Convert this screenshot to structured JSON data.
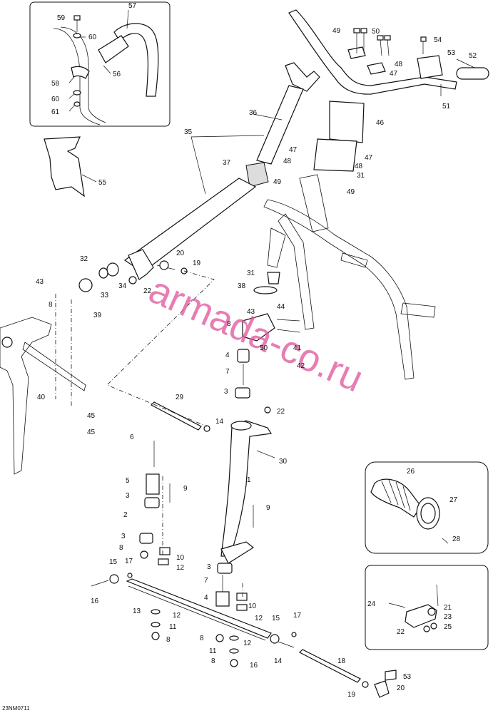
{
  "diagram": {
    "code": "23NM0711",
    "watermark": "armada-co.ru",
    "labels": [
      {
        "id": "l59",
        "text": "59"
      },
      {
        "id": "l57",
        "text": "57"
      },
      {
        "id": "l60a",
        "text": "60"
      },
      {
        "id": "l56",
        "text": "56"
      },
      {
        "id": "l58",
        "text": "58"
      },
      {
        "id": "l60b",
        "text": "60"
      },
      {
        "id": "l61",
        "text": "61"
      },
      {
        "id": "l49a",
        "text": "49"
      },
      {
        "id": "l50a",
        "text": "50"
      },
      {
        "id": "l54",
        "text": "54"
      },
      {
        "id": "l53a",
        "text": "53"
      },
      {
        "id": "l52",
        "text": "52"
      },
      {
        "id": "l48a",
        "text": "48"
      },
      {
        "id": "l47a",
        "text": "47"
      },
      {
        "id": "l51",
        "text": "51"
      },
      {
        "id": "l36",
        "text": "36"
      },
      {
        "id": "l46",
        "text": "46"
      },
      {
        "id": "l35",
        "text": "35"
      },
      {
        "id": "l47b",
        "text": "47"
      },
      {
        "id": "l47c",
        "text": "47"
      },
      {
        "id": "l48b",
        "text": "48"
      },
      {
        "id": "l48c",
        "text": "48"
      },
      {
        "id": "l37",
        "text": "37"
      },
      {
        "id": "l31a",
        "text": "31"
      },
      {
        "id": "l49b",
        "text": "49"
      },
      {
        "id": "l49c",
        "text": "49"
      },
      {
        "id": "l55",
        "text": "55"
      },
      {
        "id": "l32",
        "text": "32"
      },
      {
        "id": "l20a",
        "text": "20"
      },
      {
        "id": "l19a",
        "text": "19"
      },
      {
        "id": "l31b",
        "text": "31"
      },
      {
        "id": "l38",
        "text": "38"
      },
      {
        "id": "l43a",
        "text": "43"
      },
      {
        "id": "l34",
        "text": "34"
      },
      {
        "id": "l22a",
        "text": "22"
      },
      {
        "id": "l33",
        "text": "33"
      },
      {
        "id": "l8a",
        "text": "8"
      },
      {
        "id": "l39",
        "text": "39"
      },
      {
        "id": "l43b",
        "text": "43"
      },
      {
        "id": "l44",
        "text": "44"
      },
      {
        "id": "l8b",
        "text": "8"
      },
      {
        "id": "l50b",
        "text": "50"
      },
      {
        "id": "l41",
        "text": "41"
      },
      {
        "id": "l4a",
        "text": "4"
      },
      {
        "id": "l42",
        "text": "42"
      },
      {
        "id": "l7a",
        "text": "7"
      },
      {
        "id": "l3a",
        "text": "3"
      },
      {
        "id": "l40",
        "text": "40"
      },
      {
        "id": "l29",
        "text": "29"
      },
      {
        "id": "l45a",
        "text": "45"
      },
      {
        "id": "l22b",
        "text": "22"
      },
      {
        "id": "l45b",
        "text": "45"
      },
      {
        "id": "l14a",
        "text": "14"
      },
      {
        "id": "l6",
        "text": "6"
      },
      {
        "id": "l30",
        "text": "30"
      },
      {
        "id": "l26",
        "text": "26"
      },
      {
        "id": "l1",
        "text": "1"
      },
      {
        "id": "l5",
        "text": "5"
      },
      {
        "id": "l9a",
        "text": "9"
      },
      {
        "id": "l3b",
        "text": "3"
      },
      {
        "id": "l27",
        "text": "27"
      },
      {
        "id": "l2",
        "text": "2"
      },
      {
        "id": "l9b",
        "text": "9"
      },
      {
        "id": "l28",
        "text": "28"
      },
      {
        "id": "l3c",
        "text": "3"
      },
      {
        "id": "l8c",
        "text": "8"
      },
      {
        "id": "l10a",
        "text": "10"
      },
      {
        "id": "l15a",
        "text": "15"
      },
      {
        "id": "l17a",
        "text": "17"
      },
      {
        "id": "l12a",
        "text": "12"
      },
      {
        "id": "l3d",
        "text": "3"
      },
      {
        "id": "l16a",
        "text": "16"
      },
      {
        "id": "l7b",
        "text": "7"
      },
      {
        "id": "l21",
        "text": "21"
      },
      {
        "id": "l13",
        "text": "13"
      },
      {
        "id": "l24",
        "text": "24"
      },
      {
        "id": "l23",
        "text": "23"
      },
      {
        "id": "l4b",
        "text": "4"
      },
      {
        "id": "l10b",
        "text": "10"
      },
      {
        "id": "l12b",
        "text": "12"
      },
      {
        "id": "l12c",
        "text": "12"
      },
      {
        "id": "l22c",
        "text": "22"
      },
      {
        "id": "l25",
        "text": "25"
      },
      {
        "id": "l11a",
        "text": "11"
      },
      {
        "id": "l15b",
        "text": "15"
      },
      {
        "id": "l17b",
        "text": "17"
      },
      {
        "id": "l8d",
        "text": "8"
      },
      {
        "id": "l12d",
        "text": "12"
      },
      {
        "id": "l8e",
        "text": "8"
      },
      {
        "id": "l11b",
        "text": "11"
      },
      {
        "id": "l14b",
        "text": "14"
      },
      {
        "id": "l16b",
        "text": "16"
      },
      {
        "id": "l18",
        "text": "18"
      },
      {
        "id": "l8f",
        "text": "8"
      },
      {
        "id": "l53b",
        "text": "53"
      },
      {
        "id": "l19b",
        "text": "19"
      },
      {
        "id": "l20b",
        "text": "20"
      }
    ]
  }
}
